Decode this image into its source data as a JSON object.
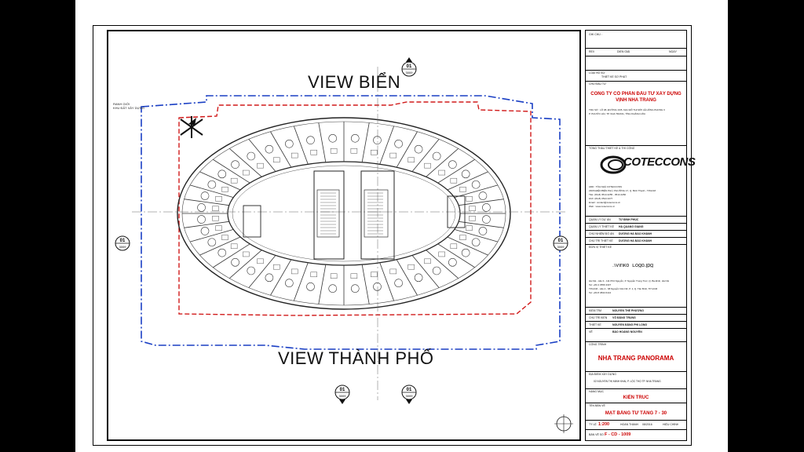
{
  "views": {
    "sea": "VIEW BIỂN",
    "city": "VIEW THÀNH PHỐ"
  },
  "section_markers": {
    "top_num": "01",
    "top_sheet": "3009",
    "bottom_num": "01",
    "bottom_sheet": "3009",
    "bottom2_num": "01",
    "bottom2_sheet": "3009",
    "left_num": "01",
    "left_sheet": "3009",
    "right_num": "01",
    "right_sheet": "3009"
  },
  "title_block": {
    "revision_header": "GHI CHÚ :",
    "rev_col": "REV",
    "desc_col": "DIỄN GIẢI",
    "date_col": "NGÀY",
    "issue_label": "LOẠI HỒ SƠ",
    "issue_value": "THIẾT KẾ SƠ PHÁT",
    "owner_label": "CHỦ ĐẦU TƯ",
    "owner_name_1": "CÔNG TY CỔ PHẦN ĐẦU TƯ XÂY DỰNG",
    "owner_name_2": "VỊNH NHA TRANG",
    "owner_address_1": "TRỤ SỞ : LÔ 08, ĐƯỜNG 19/5, KHU ĐÔ THỊ MỚI LÊ HỒNG PHONG II",
    "owner_address_2": "P. PHƯỚC HẢI, TP. NHA TRANG, TỈNH KHÁNH HÒA",
    "contractor_label": "TỔNG THẦU THIẾT KẾ & THI CÔNG",
    "contractor_logo": "COTECCONS",
    "contractor_info_1": "ADD : TÒA NHÀ COTECCONS",
    "contractor_info_2": "236/6 ĐIỆN BIÊN PHỦ, PHƯỜNG 17, Q. Bình Thạnh - TP.HCM",
    "contractor_info_3": "TEL: (84-8) 3514 2255 - 3514 2266",
    "contractor_info_4": "FAX: (84-8) 3514 2277",
    "contractor_info_5": "Email : contact@coteccons.vn",
    "contractor_info_6": "Web : www.coteccons.vn",
    "project_mgr_label": "QUẢN LÝ DỰ ÁN",
    "project_mgr_value": "TỪ ĐÌNH PHÚC",
    "design_mgr_label": "QUẢN LÝ THIẾT KẾ",
    "design_mgr_value": "HÀ QUANG GIANG",
    "chief_label": "CHỦ NHIỆM ĐỒ ÁN",
    "chief_value": "DƯƠNG HÀ BẢO KHÁNH",
    "lead_label": "CHỦ TRÌ THIẾT KẾ",
    "lead_value": "DƯƠNG HÀ BẢO KHÁNH",
    "consultant_label": "ĐƠN VỊ THIẾT KẾ",
    "consultant_logo": ".\\Vinko_Logo.jpg",
    "consultant_info_1": "Hà Nội - Lầu 3 - 111 Phố Nguyễn, P. Nguyễn Trung Trực, Q. Ba Đình, Hà Nội",
    "consultant_info_2": "Tel: +84 4 3556 3337",
    "consultant_info_3": "TP.HCM - Lầu 2 - 68 Nguyễn Văn Nữ, P. 1, Q. Tân Bình, TP HCM",
    "consultant_info_4": "Tel: +84 8 3844 6144",
    "checked_label": "KIỂM TRA",
    "checked_value": "NGUYỄN THẾ PHƯƠNG",
    "approved_label": "CHỦ TRÌ KIẾN",
    "approved_value": "VÕ ĐĂNG TRUNG",
    "designer_label": "THIẾT KẾ",
    "designer_value": "NGUYỄN ĐĂNG PHI LONG",
    "drawn_label": "VẼ",
    "drawn_value": "BẢO HOÀNG NGUYÊN",
    "project_label": "CÔNG TRÌNH",
    "project_value": "NHA TRANG PANORAMA",
    "location_label": "ĐỊA ĐIỂM XÂY DỰNG",
    "location_value": "02 NGUYỄN THỊ MINH KHAI, P. LỘC THỌ TP. NHA TRANG",
    "category_label": "HẠNG MỤC",
    "category_value": "KIẾN TRÚC",
    "sheet_title_label": "TÊN BẢN VẼ",
    "sheet_title_value": "MẶT BẰNG TỪ TẦNG 7 - 30",
    "scale_label": "TỶ LỆ",
    "scale_value": "1:200",
    "date_label": "HOÀN THÀNH",
    "date_value": "08/2016",
    "revision_label": "HIỆU CHỈNH",
    "drawing_no_label": "BẢN VẼ SỐ",
    "drawing_no_value": "F - CD - 1009"
  },
  "colors": {
    "blue_boundary": "#1a3fc4",
    "red_boundary": "#d11a1a",
    "title_red": "#c00000"
  }
}
